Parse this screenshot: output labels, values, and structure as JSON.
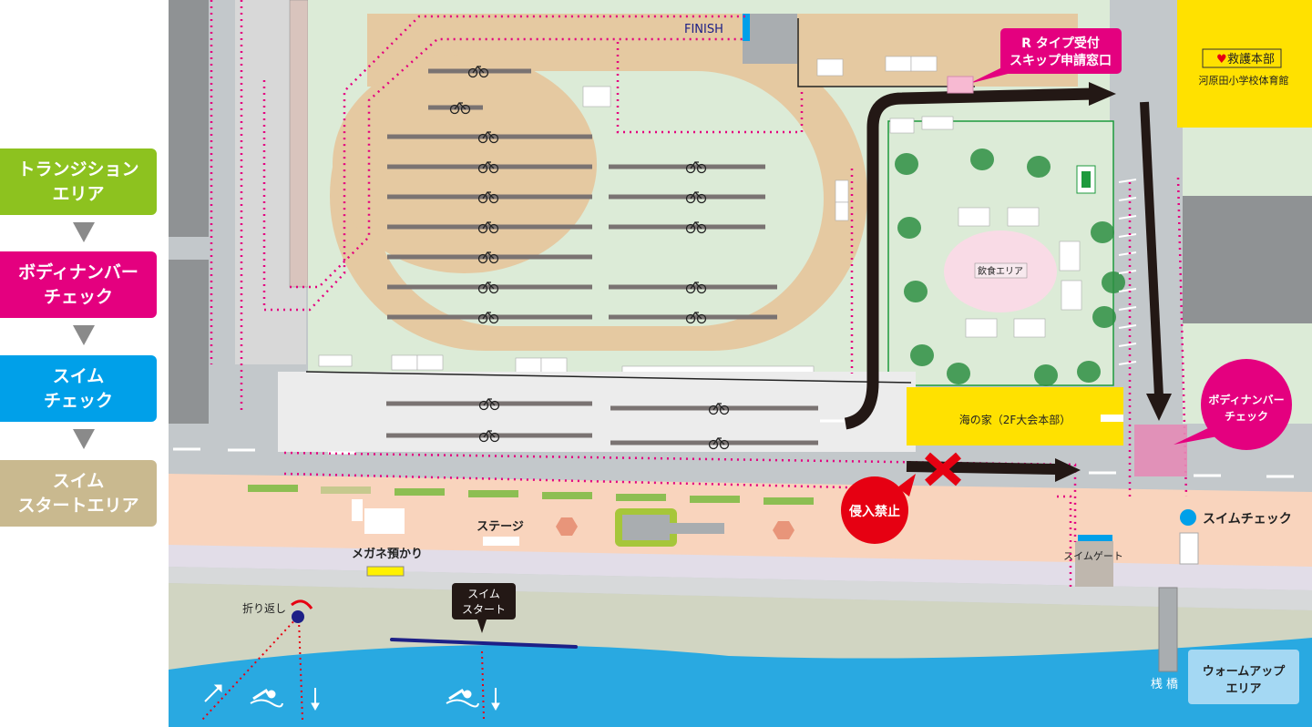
{
  "legend": {
    "steps": [
      {
        "line1": "トランジション",
        "line2": "エリア",
        "color": "#8dc21f"
      },
      {
        "line1": "ボディナンバー",
        "line2": "チェック",
        "color": "#e4007f"
      },
      {
        "line1": "スイム",
        "line2": "チェック",
        "color": "#00a0e9"
      },
      {
        "line1": "スイム",
        "line2": "スタートエリア",
        "color": "#c9b98f"
      }
    ]
  },
  "map": {
    "finish_label": "FINISH",
    "r_type_callout": {
      "line1": "R タイプ受付",
      "line2": "スキップ申請窓口"
    },
    "rescue_hq": "救護本部",
    "school_gym": "河原田小学校体育館",
    "food_area": "飲食エリア",
    "umi_no_ie": "海の家（2F大会本部）",
    "body_number_check": {
      "line1": "ボディナンバー",
      "line2": "チェック"
    },
    "no_entry": "侵入禁止",
    "swim_check": "スイムチェック",
    "swim_gate": "スイムゲート",
    "stage": "ステージ",
    "glasses_storage": "メガネ預かり",
    "turnaround": "折り返し",
    "swim_start": {
      "line1": "スイム",
      "line2": "スタート"
    },
    "pier": "桟 橋",
    "warmup_area": {
      "line1": "ウォームアップ",
      "line2": "エリア"
    }
  },
  "colors": {
    "transition": "#8dc21f",
    "body_check": "#e4007f",
    "swim_check": "#00a0e9",
    "swim_start": "#c9b98f",
    "sea": "#29a9e1",
    "no_entry": "#e60012",
    "yellow": "#ffe100"
  }
}
